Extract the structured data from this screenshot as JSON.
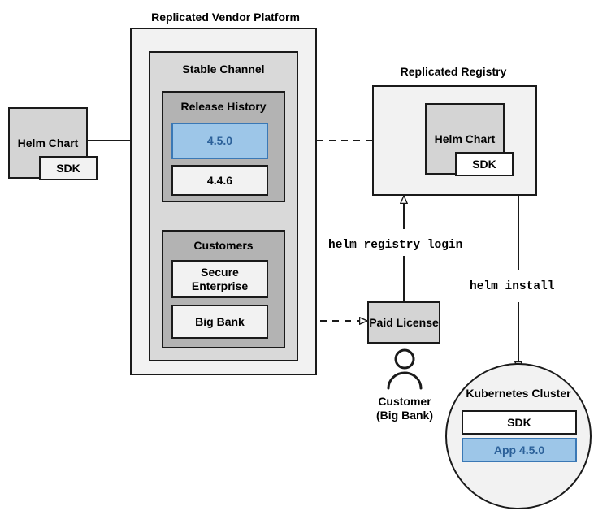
{
  "diagram": {
    "type": "architecture-flow",
    "titles": {
      "vendor_platform": "Replicated Vendor Platform",
      "registry": "Replicated Registry"
    },
    "left_chart": {
      "label": "Helm Chart",
      "sdk": "SDK"
    },
    "vendor_platform": {
      "channel": {
        "label": "Stable Channel"
      },
      "release_history": {
        "label": "Release History",
        "releases": [
          {
            "version": "4.5.0",
            "highlighted": true
          },
          {
            "version": "4.4.6",
            "highlighted": false
          }
        ]
      },
      "customers": {
        "label": "Customers",
        "items": [
          {
            "name": "Secure Enterprise"
          },
          {
            "name": "Big Bank"
          }
        ]
      }
    },
    "registry": {
      "chart_label": "Helm Chart",
      "sdk": "SDK"
    },
    "paid_license": {
      "label": "Paid License"
    },
    "customer": {
      "line1": "Customer",
      "line2": "(Big Bank)",
      "icon": "person-icon"
    },
    "cluster": {
      "label": "Kubernetes Cluster",
      "components": [
        {
          "name": "SDK",
          "highlighted": false
        },
        {
          "name": "App 4.5.0",
          "highlighted": true
        }
      ]
    },
    "commands": {
      "registry_login": "helm registry login",
      "install": "helm install"
    },
    "colors": {
      "highlight_fill": "#9dc6e8",
      "highlight_border": "#3a78b5",
      "highlight_text": "#2b6099",
      "outer_fill": "#f2f2f2",
      "channel_fill": "#d9d9d9",
      "group_fill": "#b3b3b3",
      "chart_fill": "#d4d4d4",
      "stroke": "#1a1a1a"
    }
  }
}
